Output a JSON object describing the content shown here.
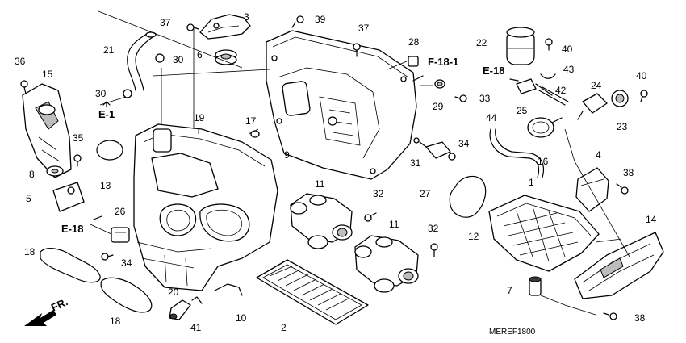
{
  "diagram": {
    "part_labels": {
      "p1": "1",
      "p2": "2",
      "p3": "3",
      "p4": "4",
      "p5": "5",
      "p6": "6",
      "p7": "7",
      "p8": "8",
      "p9": "9",
      "p10": "10",
      "p11a": "11",
      "p11b": "11",
      "p12": "12",
      "p13": "13",
      "p14": "14",
      "p15": "15",
      "p16": "16",
      "p17": "17",
      "p18a": "18",
      "p18b": "18",
      "p19": "19",
      "p20": "20",
      "p21": "21",
      "p22": "22",
      "p23": "23",
      "p24": "24",
      "p25": "25",
      "p26": "26",
      "p27": "27",
      "p28": "28",
      "p29": "29",
      "p30a": "30",
      "p30b": "30",
      "p31": "31",
      "p32a": "32",
      "p32b": "32",
      "p33": "33",
      "p34a": "34",
      "p34b": "34",
      "p35": "35",
      "p36": "36",
      "p37a": "37",
      "p37b": "37",
      "p38a": "38",
      "p38b": "38",
      "p39": "39",
      "p40a": "40",
      "p40b": "40",
      "p41": "41",
      "p42": "42",
      "p43": "43",
      "p44": "44"
    },
    "refs": {
      "e1": "E-1",
      "e18a": "E-18",
      "e18b": "E-18",
      "f181": "F-18-1"
    },
    "front_label": "FR.",
    "drawing_code": "MEREF1800"
  }
}
